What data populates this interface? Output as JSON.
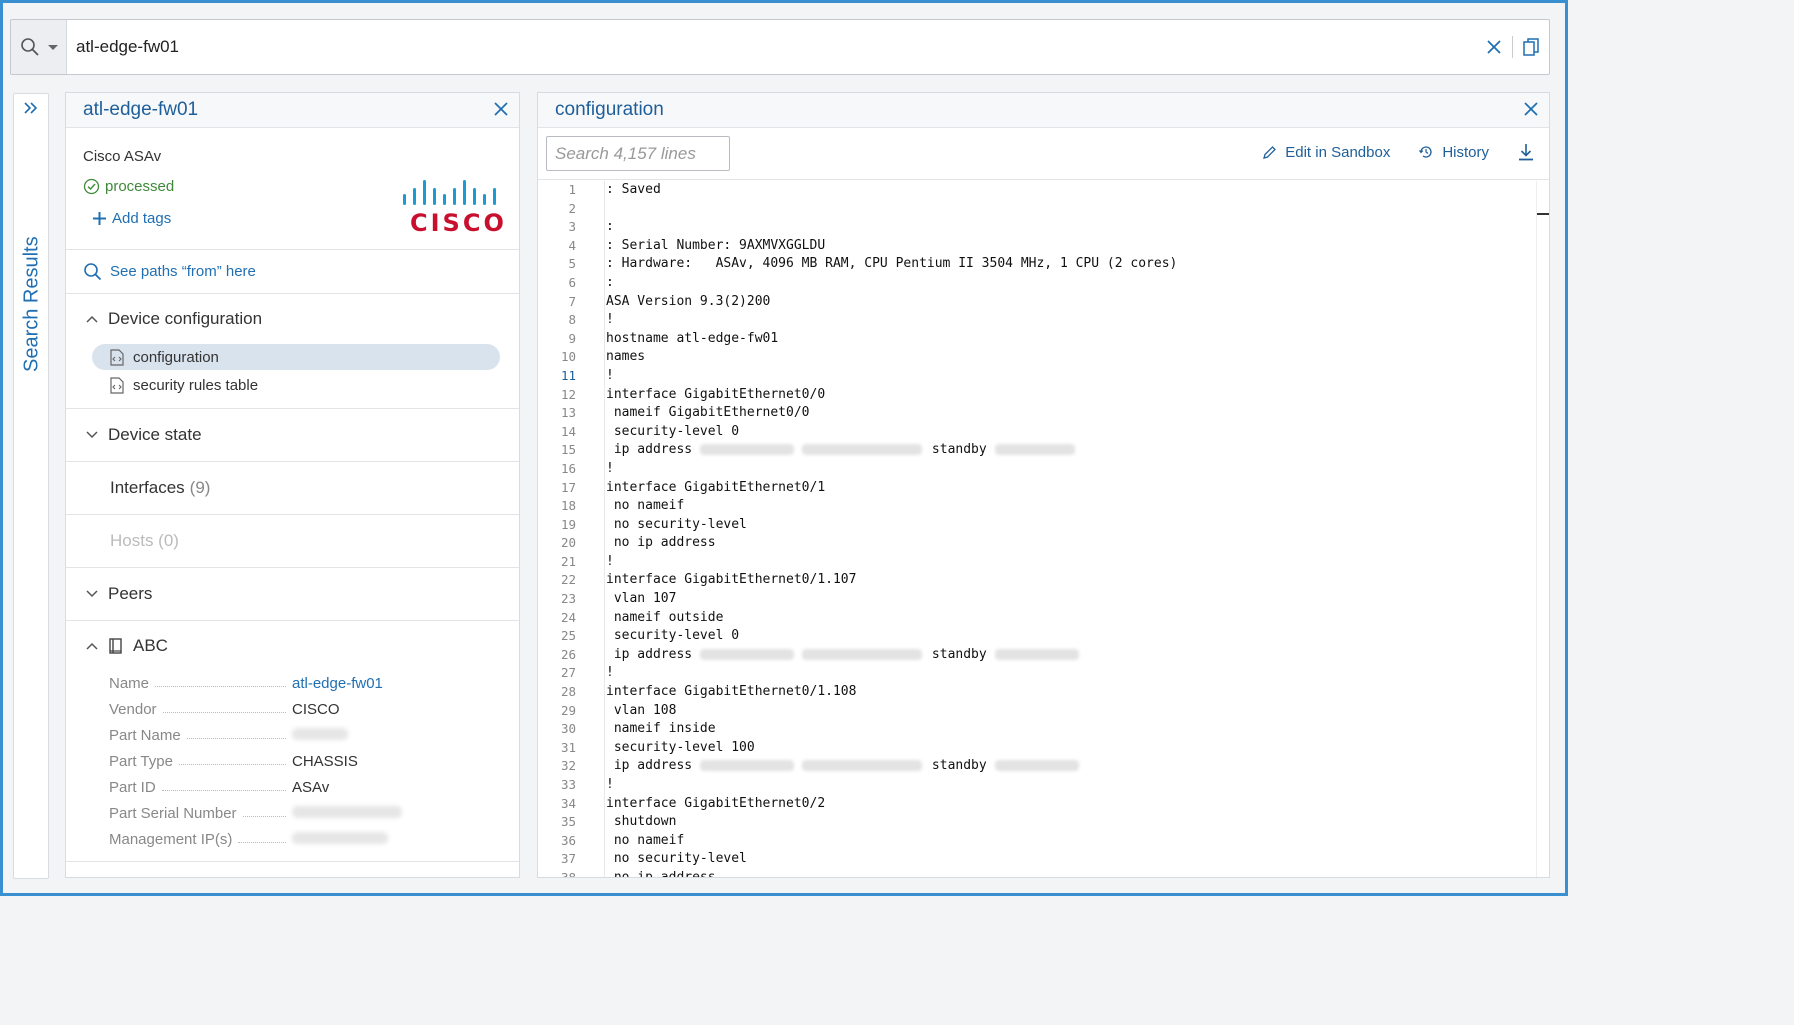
{
  "search": {
    "query": "atl-edge-fw01"
  },
  "rail": {
    "label": "Search Results"
  },
  "device": {
    "title": "atl-edge-fw01",
    "model": "Cisco ASAv",
    "status": "processed",
    "add_tags": "Add tags",
    "logo_text": "CISCO",
    "paths_link": "See paths “from” here",
    "sections": {
      "device_config": "Device configuration",
      "items": [
        "configuration",
        "security rules table"
      ],
      "device_state": "Device state",
      "interfaces_label": "Interfaces",
      "interfaces_count": "(9)",
      "hosts": "Hosts (0)",
      "peers": "Peers",
      "abc": "ABC"
    },
    "abc_fields": [
      {
        "key": "Name",
        "value": "atl-edge-fw01"
      },
      {
        "key": "Vendor",
        "value": "CISCO"
      },
      {
        "key": "Part Name",
        "value": ""
      },
      {
        "key": "Part Type",
        "value": "CHASSIS"
      },
      {
        "key": "Part ID",
        "value": "ASAv"
      },
      {
        "key": "Part Serial Number",
        "value": ""
      },
      {
        "key": "Management IP(s)",
        "value": ""
      }
    ]
  },
  "config": {
    "title": "configuration",
    "search_placeholder": "Search 4,157 lines",
    "edit_label": "Edit in Sandbox",
    "history_label": "History",
    "current_line": 11,
    "lines": [
      ": Saved",
      "",
      ":",
      ": Serial Number: 9AXMVXGGLDU",
      ": Hardware:   ASAv, 4096 MB RAM, CPU Pentium II 3504 MHz, 1 CPU (2 cores)",
      ":",
      "ASA Version 9.3(2)200",
      "!",
      "hostname atl-edge-fw01",
      "names",
      "!",
      "interface GigabitEthernet0/0",
      " nameif GigabitEthernet0/0",
      " security-level 0",
      " ip address",
      "!",
      "interface GigabitEthernet0/1",
      " no nameif",
      " no security-level",
      " no ip address",
      "!",
      "interface GigabitEthernet0/1.107",
      " vlan 107",
      " nameif outside",
      " security-level 0",
      " ip address",
      "!",
      "interface GigabitEthernet0/1.108",
      " vlan 108",
      " nameif inside",
      " security-level 100",
      " ip address",
      "!",
      "interface GigabitEthernet0/2",
      " shutdown",
      " no nameif",
      " no security-level",
      " no ip address"
    ],
    "standby_word": "standby"
  }
}
